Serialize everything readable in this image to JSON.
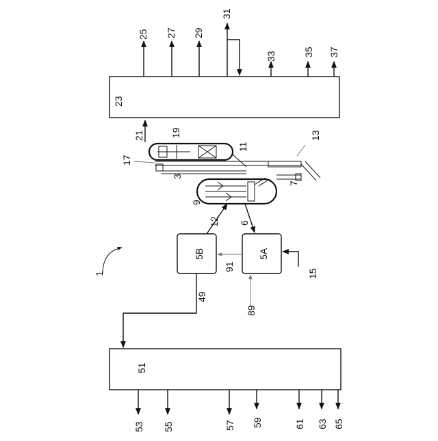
{
  "system": {
    "number": "1"
  },
  "unit_23": {
    "label": "23",
    "outlets_up": [
      "25",
      "27",
      "29",
      "31",
      "33",
      "35",
      "37"
    ],
    "inlet_from_reactor": "21"
  },
  "unit_51": {
    "label": "51",
    "outlets_down": [
      "53",
      "55",
      "57",
      "59",
      "61",
      "63",
      "65"
    ]
  },
  "box_5A": {
    "label": "5A"
  },
  "box_5B": {
    "label": "5B"
  },
  "streams": {
    "s49": "49",
    "s12": "12",
    "s6": "6",
    "s91": "91",
    "s89": "89",
    "s15": "15",
    "s21": "21",
    "s17": "17",
    "s19": "19",
    "s11": "11",
    "s3": "3",
    "s9": "9",
    "s7": "7",
    "s13": "13"
  },
  "colors": {
    "ink": "#111111",
    "grey": "#777777",
    "background": "#ffffff"
  }
}
